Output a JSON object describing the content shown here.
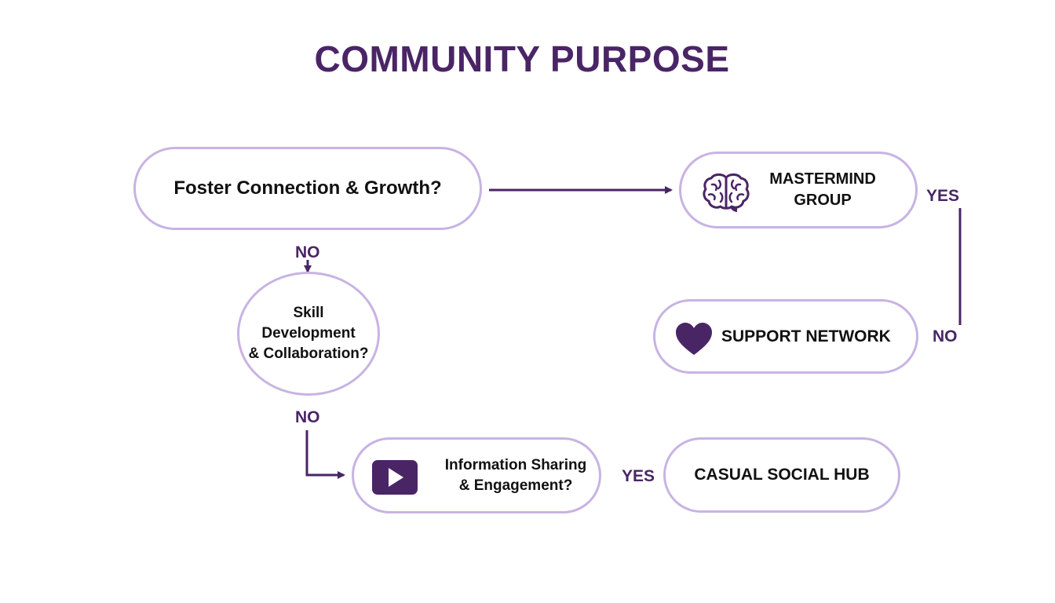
{
  "title": "COMMUNITY PURPOSE",
  "colors": {
    "primary": "#4a2566",
    "node_border": "#c8b3e3",
    "text": "#111111",
    "background": "#ffffff"
  },
  "nodes": {
    "foster": {
      "label": "Foster Connection & Growth?"
    },
    "mastermind": {
      "line1": "MASTERMIND",
      "line2": "GROUP",
      "icon": "brain-icon"
    },
    "skill": {
      "line1": "Skill",
      "line2": "Development",
      "line3": "& Collaboration?"
    },
    "support": {
      "label": "SUPPORT NETWORK",
      "icon": "heart-icon"
    },
    "info": {
      "line1": "Information Sharing",
      "line2": "& Engagement?",
      "icon": "video-play-icon"
    },
    "casual": {
      "label": "CASUAL SOCIAL HUB"
    }
  },
  "edge_labels": {
    "no_foster_skill": "NO",
    "yes_mastermind": "YES",
    "no_mastermind_support": "NO",
    "no_skill_info": "NO",
    "yes_info_casual": "YES"
  }
}
